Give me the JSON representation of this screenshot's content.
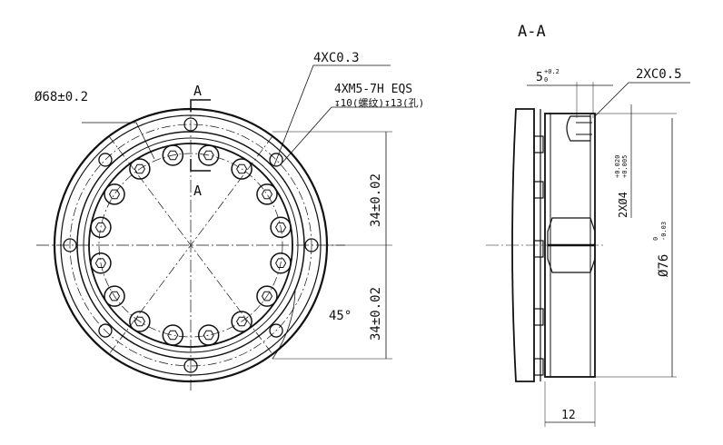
{
  "section_title": "A-A",
  "section_marker": "A",
  "callouts": {
    "chamfer_front": "4XC0.3",
    "thread": "4XM5-7H EQS",
    "depth": "↧10(螺纹)↧13(孔)",
    "diameter_68": "Ø68±0.2",
    "dist_upper": "34±0.02",
    "dist_lower": "34±0.02",
    "angle": "45°"
  },
  "side_view": {
    "depth_5": "5",
    "depth_5_tol_upper": "+0.2",
    "depth_5_tol_lower": "0",
    "chamfer_side": "2XC0.5",
    "pin_hole": "2XØ4",
    "pin_tol_upper": "+0.020",
    "pin_tol_lower": "+0.005",
    "diameter_76": "Ø76",
    "dia76_tol_upper": "0",
    "dia76_tol_lower": "-0.03",
    "width_12": "12"
  }
}
